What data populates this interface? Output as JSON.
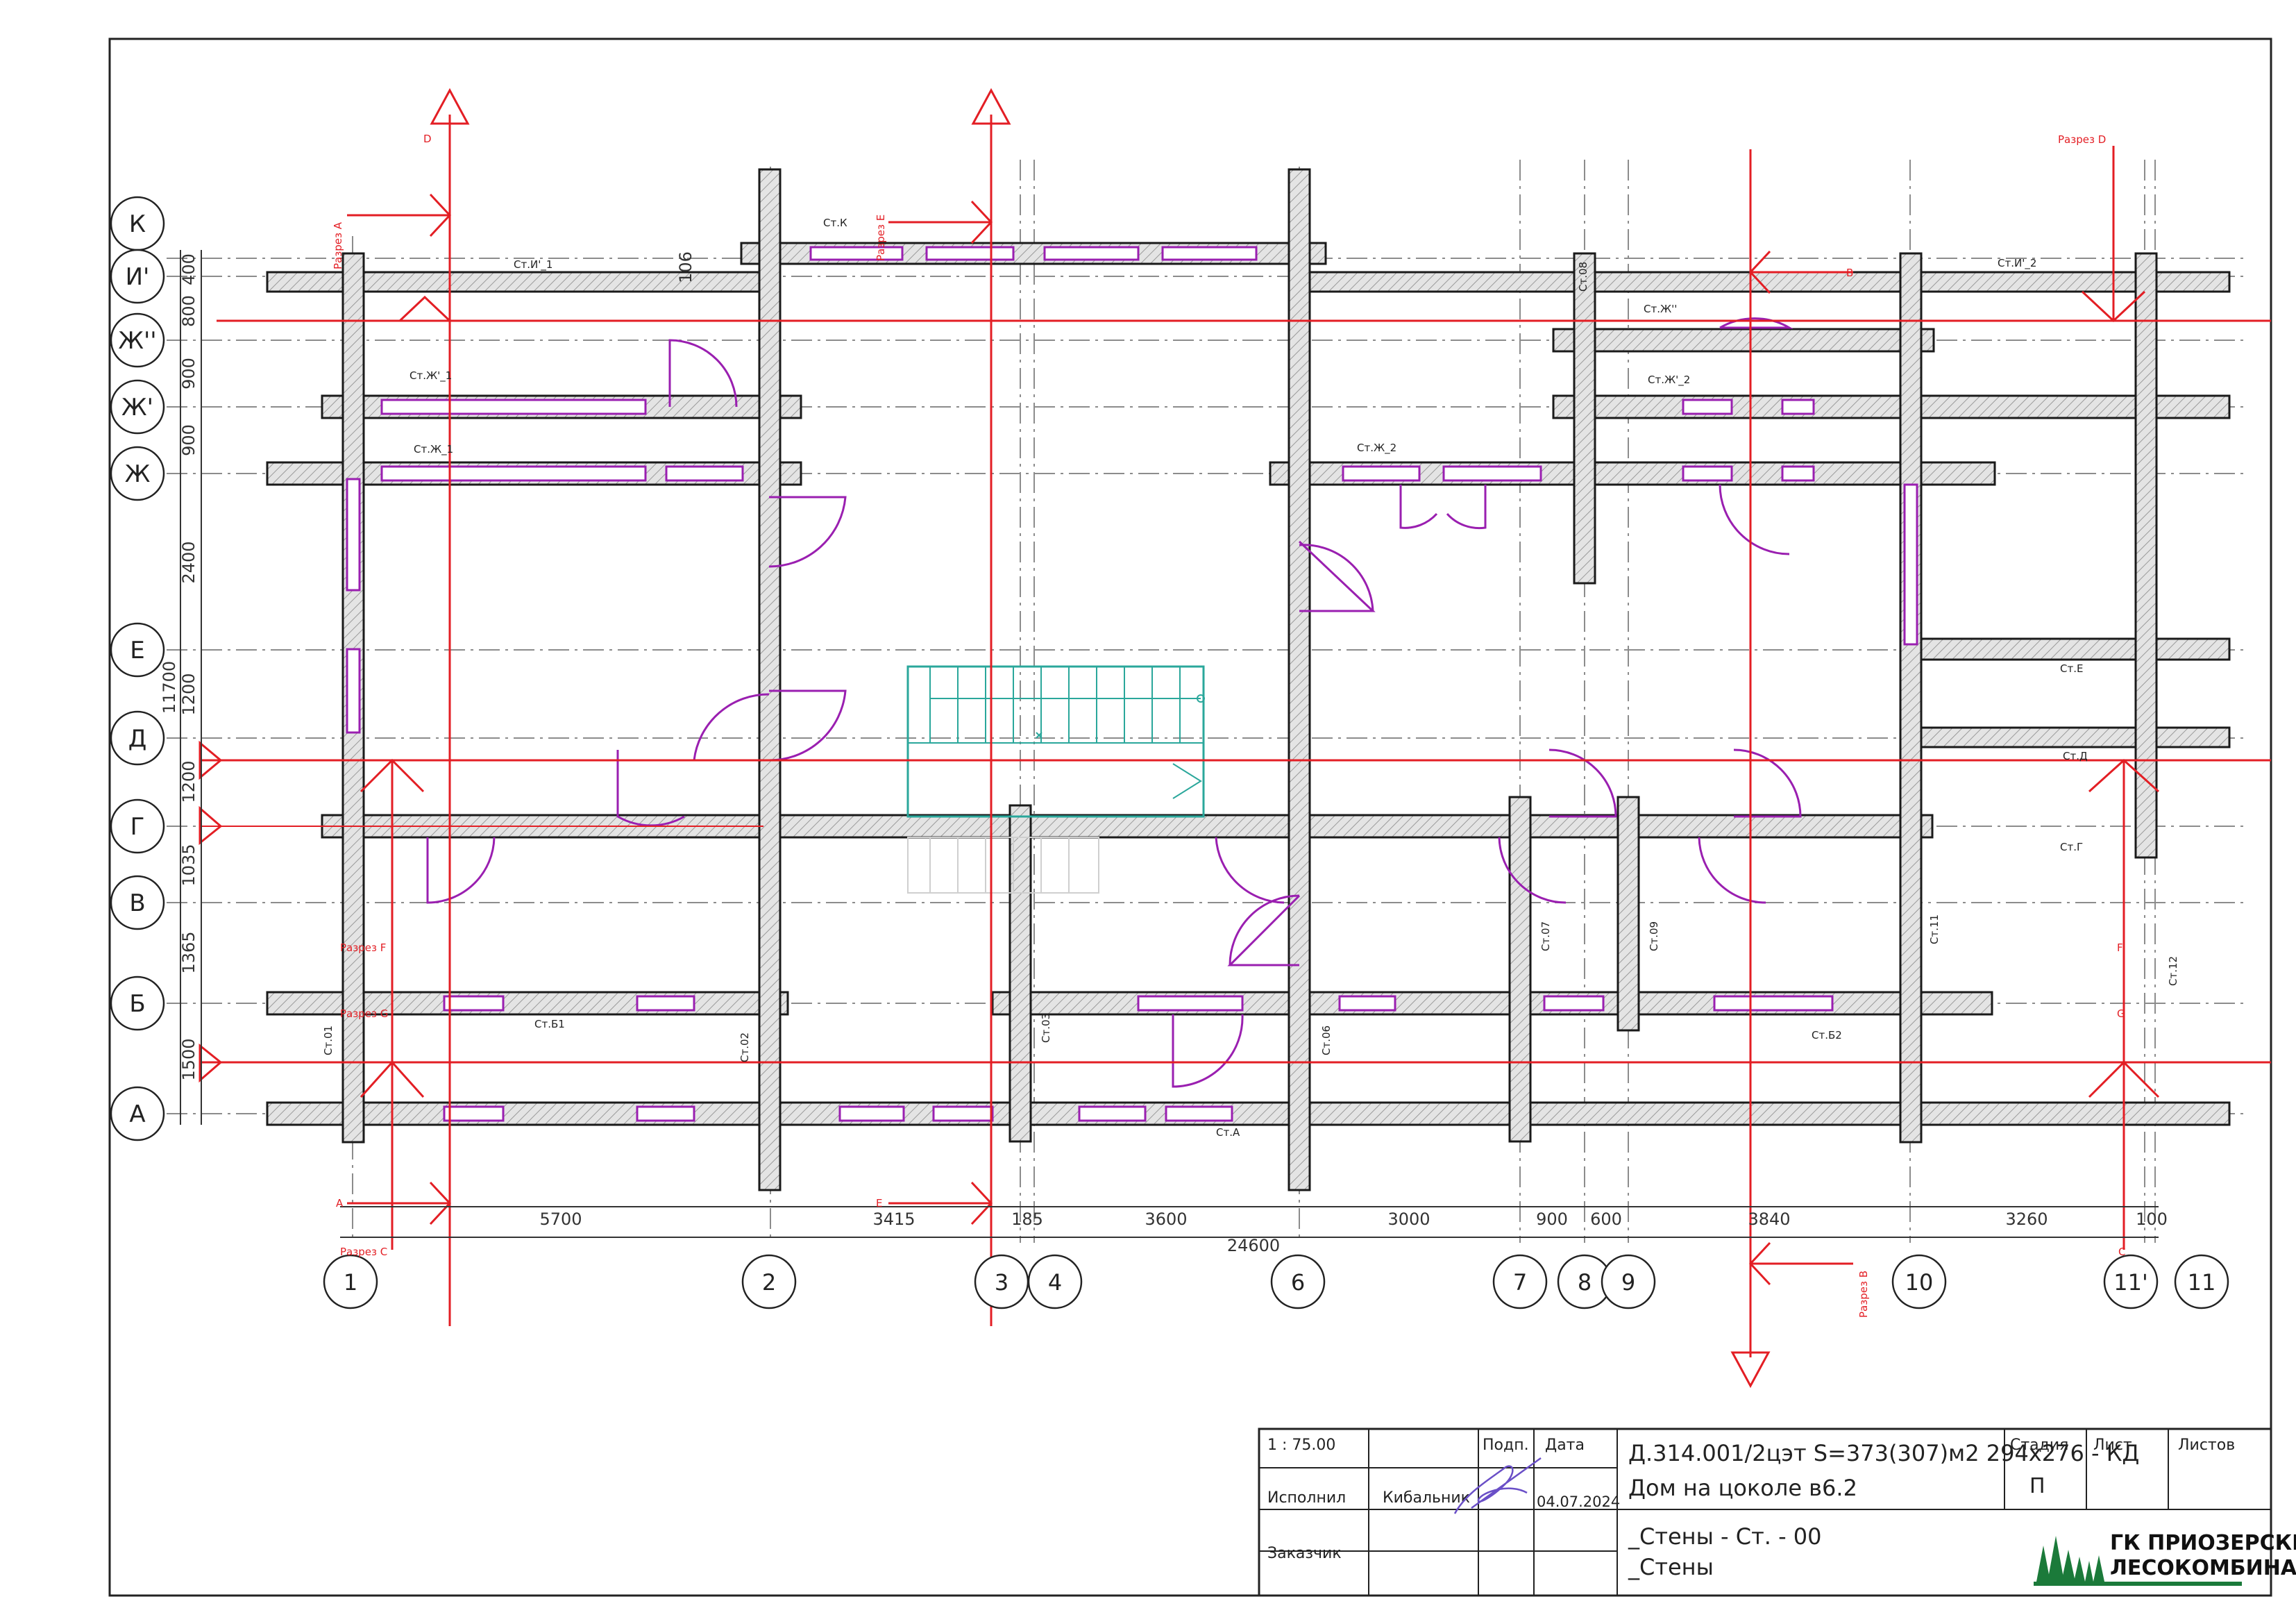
{
  "colors": {
    "wall_fill": "#d9d9d9",
    "wall_stroke": "#1a1a1a",
    "section_line": "#e31e24",
    "opening": "#9a1fb0",
    "stair": "#2aa79b",
    "axis_line": "#8c8c8c",
    "logo_green": "#1b7a3a"
  },
  "grid": {
    "row_labels": {
      "K": "К",
      "I2": "И'",
      "Zh3": "Ж''",
      "Zh2": "Ж'",
      "Zh": "Ж",
      "E": "Е",
      "D": "Д",
      "G": "Г",
      "V": "В",
      "B": "Б",
      "A": "А"
    },
    "col_labels": {
      "c1": "1",
      "c2": "2",
      "c3": "3",
      "c4": "4",
      "c6": "6",
      "c7": "7",
      "c8": "8",
      "c9": "9",
      "c10": "10",
      "c11p": "11'",
      "c11": "11"
    }
  },
  "dimensions": {
    "vertical": {
      "d1": "400",
      "d2": "800",
      "d3": "900",
      "d4": "900",
      "d5": "2400",
      "d6": "1200",
      "d7": "1200",
      "d8": "1035",
      "d9": "1365",
      "d10": "1500",
      "total": "11700"
    },
    "horizontal": {
      "h1": "5700",
      "h2": "3415",
      "h3": "185",
      "h4": "3600",
      "h5": "3000",
      "h6": "900",
      "h7": "600",
      "h8": "3840",
      "h9": "3260",
      "h10": "100",
      "total": "24600"
    },
    "small_106": "106"
  },
  "wall_tags": {
    "st_i1": "Ст.И'_1",
    "st_i2": "Ст.И'_2",
    "st_k": "Ст.К",
    "st_zh2_1": "Ст.Ж'_1",
    "st_zh_1": "Ст.Ж_1",
    "st_zh_2": "Ст.Ж_2",
    "st_zh3": "Ст.Ж''",
    "st_zh2_2": "Ст.Ж'_2",
    "st_e": "Ст.Е",
    "st_d": "Ст.Д",
    "st_g": "Ст.Г",
    "st_b1": "Ст.Б1",
    "st_b2": "Ст.Б2",
    "st_a": "Ст.А",
    "st_01": "Ст.01",
    "st_02": "Ст.02",
    "st_03": "Ст.03",
    "st_06": "Ст.06",
    "st_07": "Ст.07",
    "st_08": "Ст.08",
    "st_09": "Ст.09",
    "st_11": "Ст.11",
    "st_12": "Ст.12"
  },
  "sections": {
    "razrez_a": "Разрез А",
    "razrez_b": "Разрез В",
    "razrez_c": "Разрез С",
    "razrez_d": "Разрез D",
    "razrez_e": "Разрез Е",
    "razrez_f": "Разрез F",
    "razrez_g": "Разрез G",
    "letter_d": "D",
    "letter_a": "А",
    "letter_e": "Е",
    "letter_b": "В",
    "letter_c": "С",
    "letter_f": "F",
    "letter_g": "G"
  },
  "title_block": {
    "scale": "1 : 75.00",
    "podp": "Подп.",
    "data": "Дата",
    "ispolnil": "Исполнил",
    "ispolnil_name": "Кибальник",
    "date_value": "04.07.2024",
    "zakazchik": "Заказчик",
    "project_code": "Д.314.001/2цэт S=373(307)м2 294х276 - КД",
    "project_name": "Дом на цоколе в6.2",
    "sheet_title_1": "_Стены - Ст. - 00",
    "sheet_title_2": "_Стены",
    "stadia": "Стадия",
    "stadia_value": "П",
    "list": "Лист",
    "listov": "Листов",
    "logo_line1": "ГК ПРИОЗЕРСКИЙ",
    "logo_line2": "ЛЕСОКОМБИНАТ"
  }
}
